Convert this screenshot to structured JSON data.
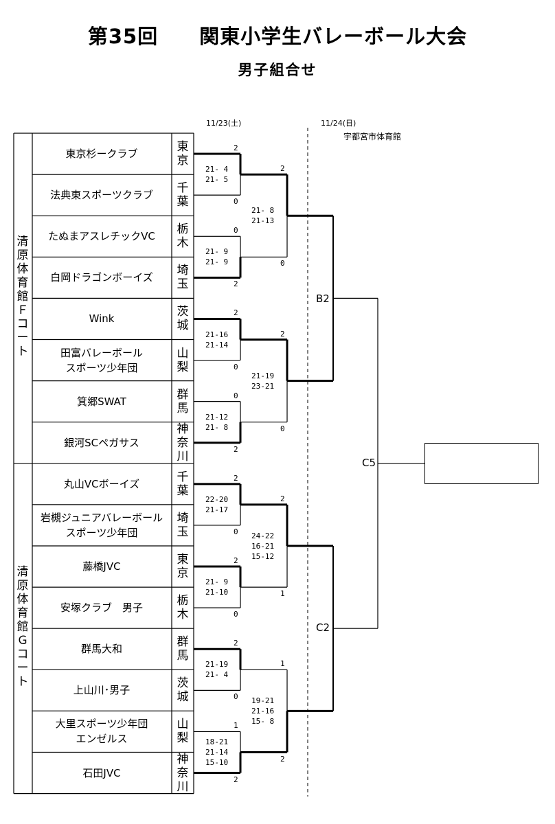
{
  "title": "第35回　　関東小学生バレーボール大会",
  "subtitle": "男子組合せ",
  "dates": {
    "day1": "11/23(土)",
    "day2": "11/24(日)",
    "venue_day2": "宇都宮市体育館"
  },
  "courts": [
    {
      "label": "清原体育館Ｆコート"
    },
    {
      "label": "清原体育館Ｇコート"
    }
  ],
  "teams": [
    {
      "name": "東京杉ークラブ",
      "pref": "東京"
    },
    {
      "name": "法典東スポーツクラブ",
      "pref": "千葉"
    },
    {
      "name": "たぬまアスレチックVC",
      "pref": "栃木"
    },
    {
      "name": "白岡ドラゴンボーイズ",
      "pref": "埼玉"
    },
    {
      "name": "Wink",
      "pref": "茨城"
    },
    {
      "name": "田富バレーボール\nスポーツ少年団",
      "pref": "山梨"
    },
    {
      "name": "箕郷SWAT",
      "pref": "群馬"
    },
    {
      "name": "銀河SCペガサス",
      "pref": "神奈川"
    },
    {
      "name": "丸山VCボーイズ",
      "pref": "千葉"
    },
    {
      "name": "岩槻ジュニアバレーボール\nスポーツ少年団",
      "pref": "埼玉"
    },
    {
      "name": "藤橋JVC",
      "pref": "東京"
    },
    {
      "name": "安塚クラブ　男子",
      "pref": "栃木"
    },
    {
      "name": "群馬大和",
      "pref": "群馬"
    },
    {
      "name": "上山川･男子",
      "pref": "茨城"
    },
    {
      "name": "大里スポーツ少年団\nエンゼルス",
      "pref": "山梨"
    },
    {
      "name": "石田JVC",
      "pref": "神奈川"
    }
  ],
  "round1": [
    {
      "scores": "21- 4\n21- 5",
      "top": "2",
      "bottom": "0"
    },
    {
      "scores": "21- 9\n21- 9",
      "top": "0",
      "bottom": "2"
    },
    {
      "scores": "21-16\n21-14",
      "top": "2",
      "bottom": "0"
    },
    {
      "scores": "21-12\n21- 8",
      "top": "0",
      "bottom": "2"
    },
    {
      "scores": "22-20\n21-17",
      "top": "2",
      "bottom": "0"
    },
    {
      "scores": "21- 9\n21-10",
      "top": "2",
      "bottom": "0"
    },
    {
      "scores": "21-19\n21- 4",
      "top": "2",
      "bottom": "0"
    },
    {
      "scores": "18-21\n21-14\n15-10",
      "top": "1",
      "bottom": "2"
    }
  ],
  "round2": [
    {
      "scores": "21- 8\n21-13",
      "top": "2",
      "bottom": "0"
    },
    {
      "scores": "21-19\n23-21",
      "top": "2",
      "bottom": "0"
    },
    {
      "scores": "24-22\n16-21\n15-12",
      "top": "2",
      "bottom": "1"
    },
    {
      "scores": "19-21\n21-16\n15- 8",
      "top": "1",
      "bottom": "2"
    }
  ],
  "round3": [
    {
      "label": "B2"
    },
    {
      "label": "C2"
    }
  ],
  "final": {
    "label": "C5"
  }
}
